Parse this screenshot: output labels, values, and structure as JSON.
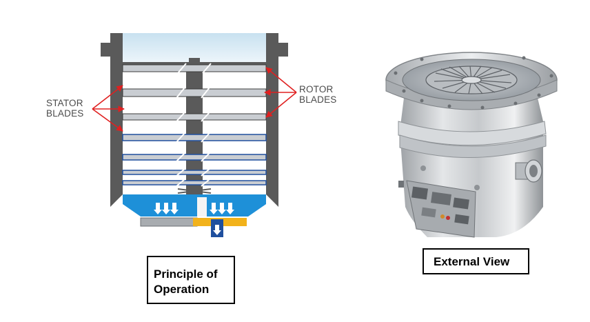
{
  "labels": {
    "stator": [
      "STATOR",
      "BLADES"
    ],
    "rotor": [
      "ROTOR",
      "BLADES"
    ]
  },
  "captions": {
    "principle": [
      "Principle of",
      "Operation"
    ],
    "external": "External View"
  },
  "colors": {
    "housing": "#5a5a5a",
    "blade_fill": "#c9cdd2",
    "blade_edge": "#1f4f9e",
    "inlet_sky": "#dbeaf3",
    "exhaust_blue": "#1e90d8",
    "exhaust_gold": "#f2b21b",
    "outlet_blue": "#1f4f9e",
    "arrow_red": "#e02020"
  }
}
